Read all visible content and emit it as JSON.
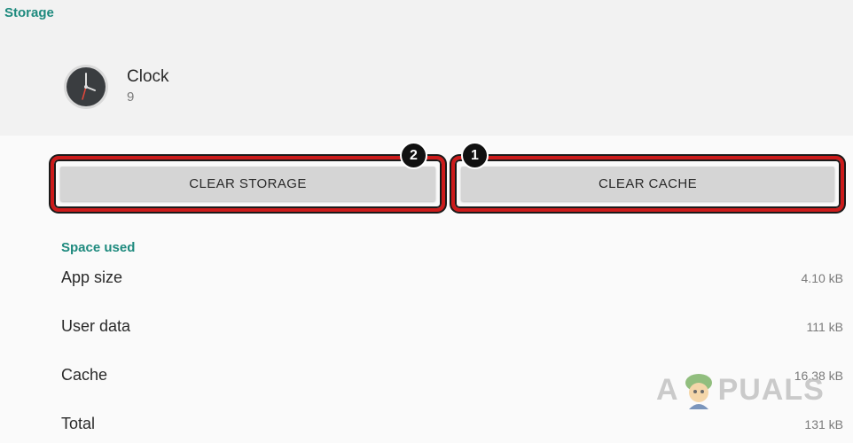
{
  "header": {
    "title": "Storage",
    "app_name": "Clock",
    "app_version": "9",
    "app_icon": "clock-icon"
  },
  "buttons": {
    "clear_storage": "CLEAR STORAGE",
    "clear_cache": "CLEAR CACHE"
  },
  "badges": {
    "storage_step": "2",
    "cache_step": "1"
  },
  "space_used": {
    "title": "Space used",
    "rows": [
      {
        "label": "App size",
        "value": "4.10 kB"
      },
      {
        "label": "User data",
        "value": "111 kB"
      },
      {
        "label": "Cache",
        "value": "16.38 kB"
      },
      {
        "label": "Total",
        "value": "131 kB"
      }
    ]
  },
  "watermark": {
    "left": "A",
    "right": "PUALS"
  },
  "colors": {
    "accent": "#1e8a7e",
    "highlight": "#cc1b1b",
    "button_bg": "#d5d5d5"
  }
}
